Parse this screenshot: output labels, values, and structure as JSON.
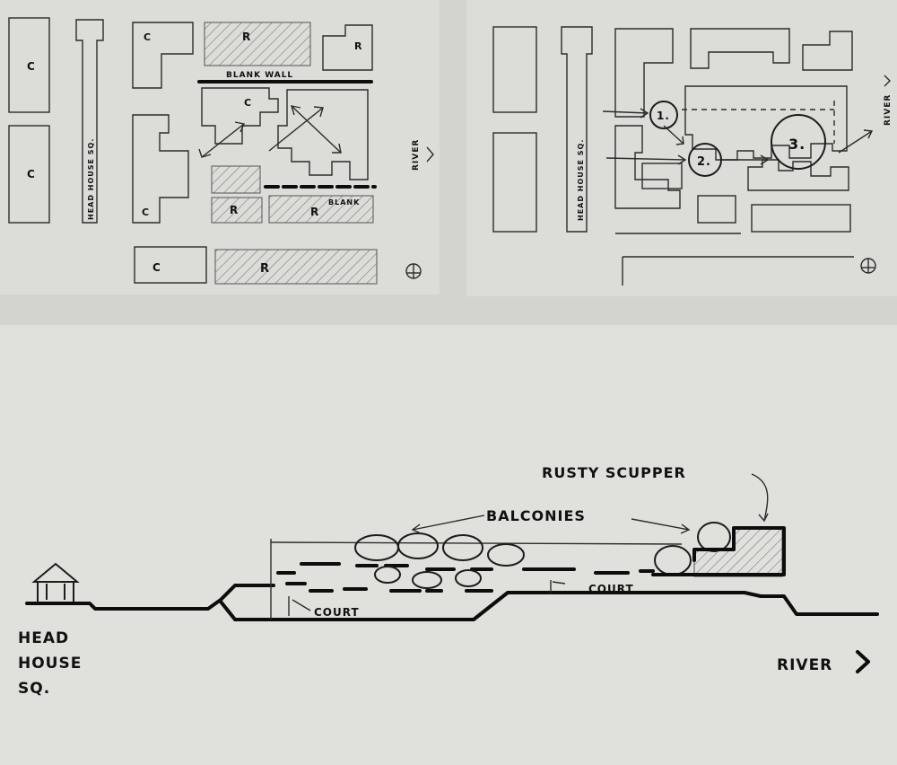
{
  "plan_left": {
    "commercial_label": "C",
    "residential_label": "R",
    "street_label": "HEAD HOUSE SQ.",
    "blank_wall_label": "BLANK WALL",
    "blank_label": "BLANK",
    "river_label": "RIVER"
  },
  "plan_right": {
    "street_label": "HEAD HOUSE SQ.",
    "river_label": "RIVER",
    "markers": [
      "1.",
      "2.",
      "3."
    ]
  },
  "section": {
    "left_label_lines": [
      "HEAD",
      "HOUSE",
      "SQ."
    ],
    "rusty_scupper_label": "RUSTY SCUPPER",
    "balconies_label": "BALCONIES",
    "court_label": "COURT",
    "river_label": "RIVER"
  },
  "colors": {
    "paper": "#d8d8d5",
    "ink": "#111111",
    "panel": "#e2e2df"
  }
}
